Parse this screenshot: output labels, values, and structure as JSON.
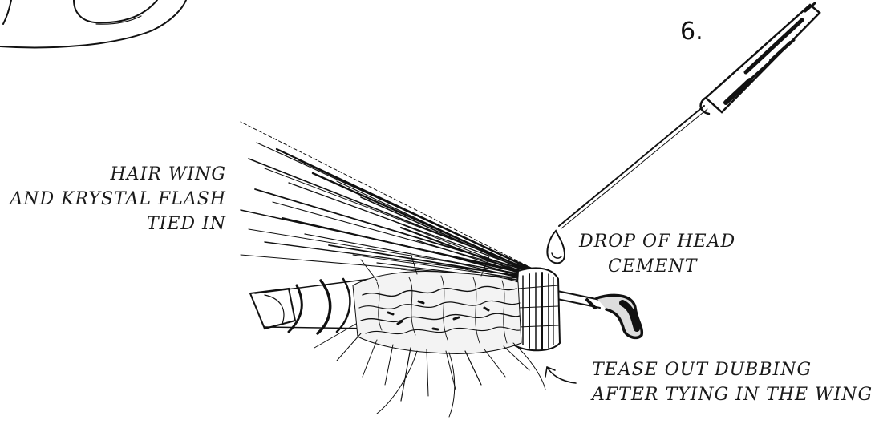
{
  "step": "6.",
  "labels": {
    "hair_wing": [
      "HAIR WING",
      "AND KRYSTAL FLASH",
      "TIED IN"
    ],
    "head_cement": [
      "DROP OF HEAD",
      "CEMENT"
    ],
    "dubbing": [
      "TEASE OUT DUBBING",
      "AFTER TYING IN THE WING"
    ]
  },
  "colors": {
    "ink": "#111111",
    "paper": "#ffffff"
  }
}
